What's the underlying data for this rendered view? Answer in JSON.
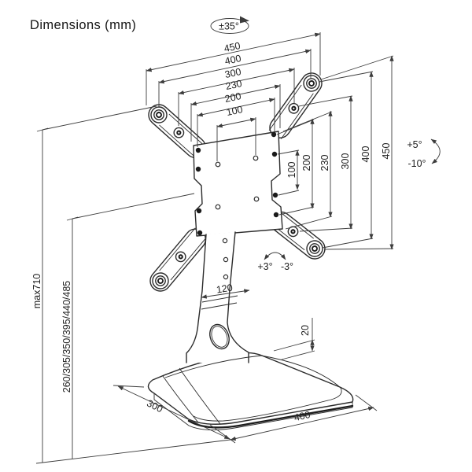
{
  "title": "Dimensions (mm)",
  "annotations": {
    "swivel": "±35°",
    "tilt_up": "+5°",
    "tilt_down": "-10°",
    "rotate_pos": "+3°",
    "rotate_neg": "-3°"
  },
  "dimensions": {
    "top": [
      "450",
      "400",
      "300",
      "230",
      "200",
      "100"
    ],
    "right": [
      "100",
      "200",
      "230",
      "300",
      "400",
      "450"
    ],
    "left": {
      "max_height": "max710",
      "height_options": "260/305/350/395/440/485"
    },
    "column_width": "120",
    "base_thickness": "20",
    "base_depth": "300",
    "base_width": "400"
  },
  "colors": {
    "background": "#ffffff",
    "line": "#2b2b2b",
    "text": "#1f1f1f"
  }
}
